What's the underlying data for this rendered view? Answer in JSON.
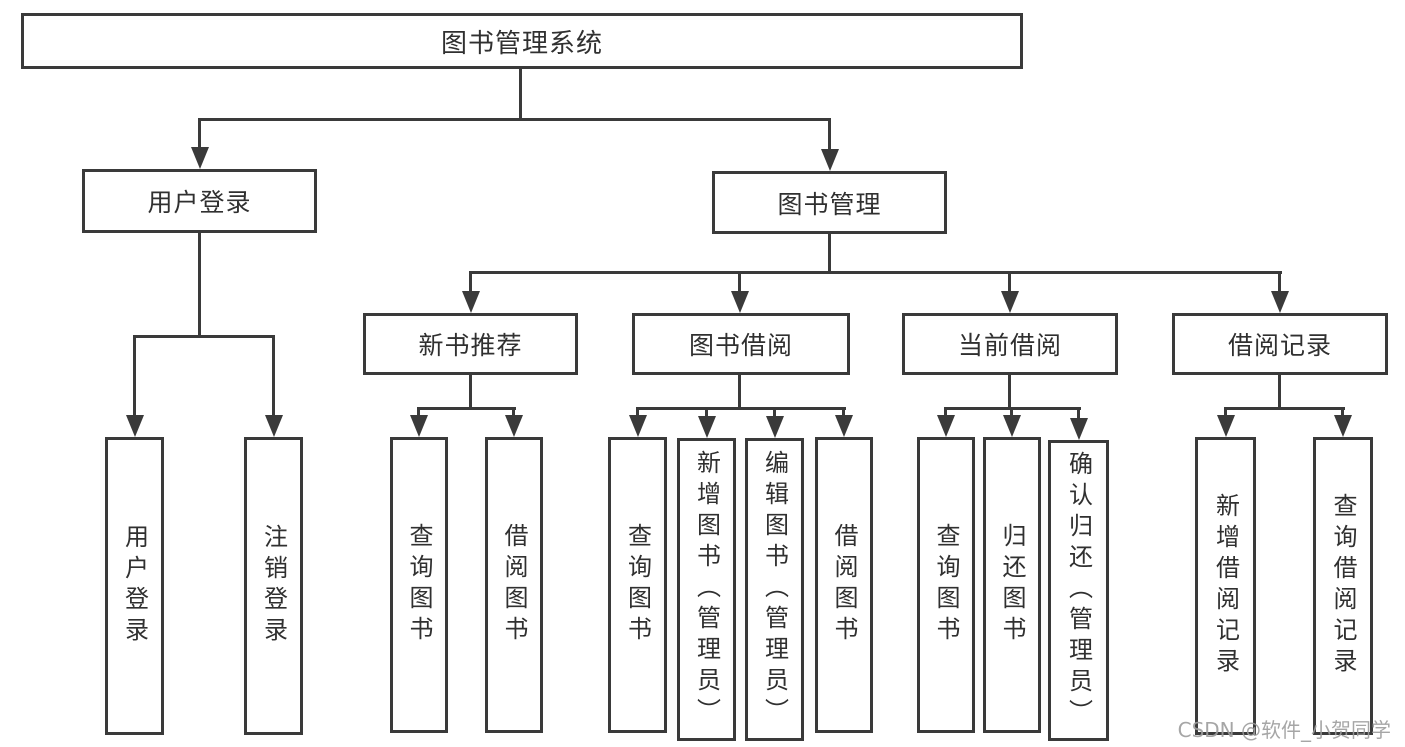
{
  "tree": {
    "root": {
      "label": "图书管理系统"
    },
    "branches": [
      {
        "label": "用户登录",
        "children": [
          {
            "label": "用户登录"
          },
          {
            "label": "注销登录"
          }
        ]
      },
      {
        "label": "图书管理",
        "sections": [
          {
            "label": "新书推荐",
            "children": [
              {
                "label": "查询图书"
              },
              {
                "label": "借阅图书"
              }
            ]
          },
          {
            "label": "图书借阅",
            "children": [
              {
                "label": "查询图书"
              },
              {
                "label": "新增图书（管理员）"
              },
              {
                "label": "编辑图书（管理员）"
              },
              {
                "label": "借阅图书"
              }
            ]
          },
          {
            "label": "当前借阅",
            "children": [
              {
                "label": "查询图书"
              },
              {
                "label": "归还图书"
              },
              {
                "label": "确认归还（管理员）"
              }
            ]
          },
          {
            "label": "借阅记录",
            "children": [
              {
                "label": "新增借阅记录"
              },
              {
                "label": "查询借阅记录"
              }
            ]
          }
        ]
      }
    ]
  },
  "watermark": {
    "text": "CSDN @软件_小贺同学"
  },
  "colors": {
    "line": "#3a3a3a",
    "text": "#303030",
    "watermark": "#9d9d9d",
    "background": "#ffffff"
  }
}
